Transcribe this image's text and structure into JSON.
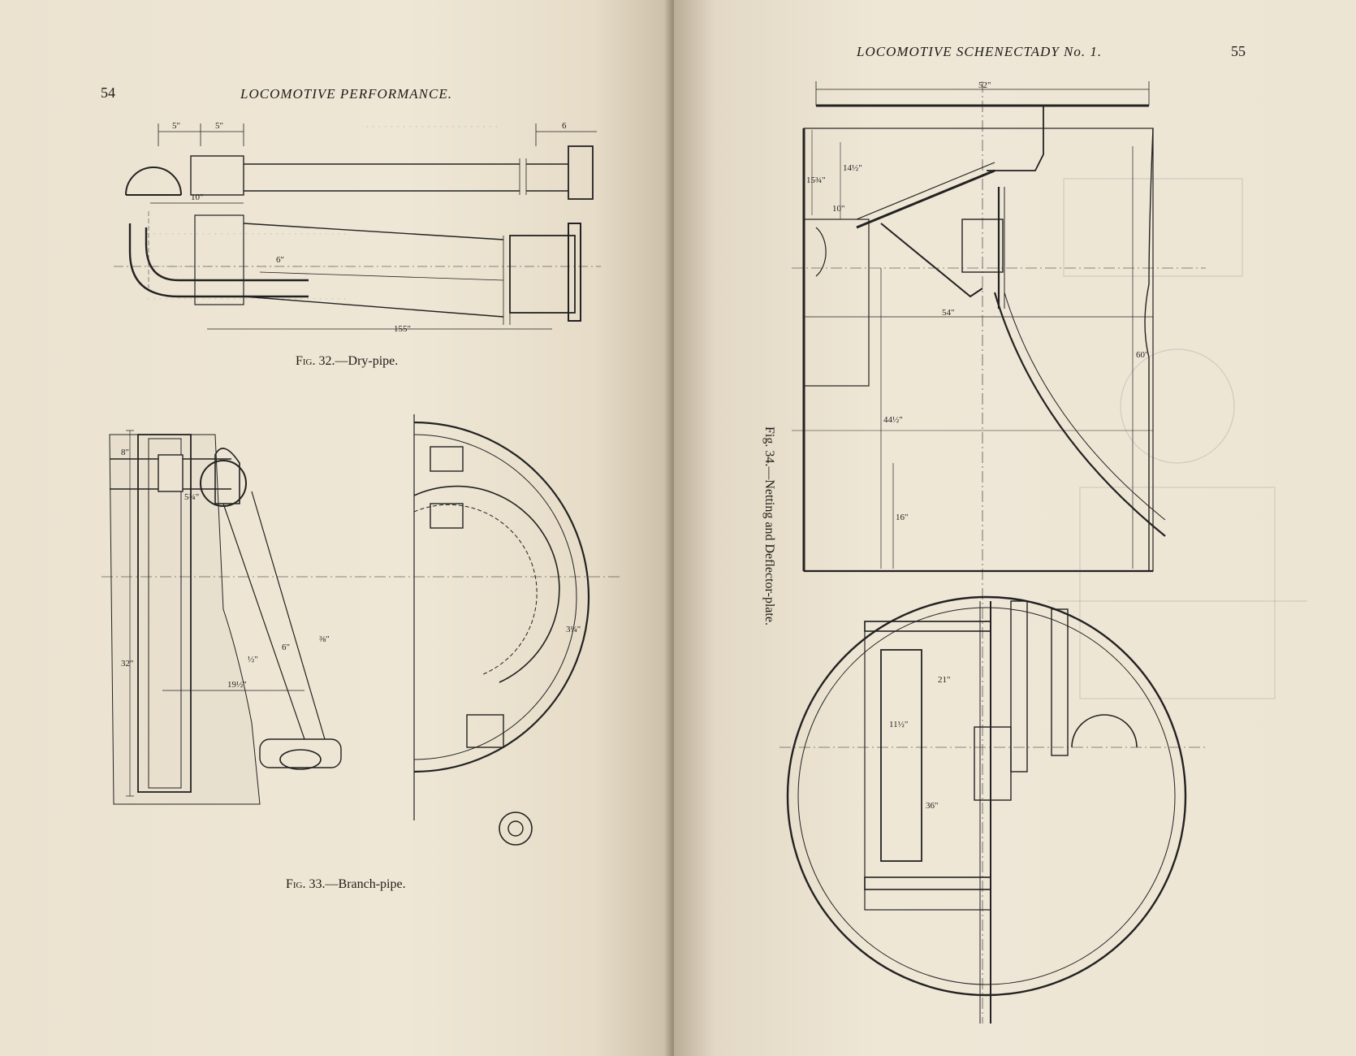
{
  "left_page": {
    "page_number": "54",
    "running_head": "LOCOMOTIVE PERFORMANCE.",
    "figures": [
      {
        "id": "fig32",
        "label": "Fig. 32.",
        "title": "—Dry-pipe.",
        "dimensions": [
          "5\"",
          "5\"",
          "6",
          "10\"",
          "6\"",
          "155\""
        ]
      },
      {
        "id": "fig33",
        "label": "Fig. 33.",
        "title": "—Branch-pipe.",
        "dimensions": [
          "8\"",
          "5¾\"",
          "32\"",
          "19½\"",
          "6\"",
          "⅜\"",
          "½\"",
          "3¼\""
        ]
      }
    ]
  },
  "right_page": {
    "page_number": "55",
    "running_head": "LOCOMOTIVE SCHENECTADY No. 1.",
    "figures": [
      {
        "id": "fig34",
        "label": "Fig. 34.",
        "title": "—Netting and Deflector-plate.",
        "dimensions": [
          "52\"",
          "15¾\"",
          "14½\"",
          "10\"",
          "54\"",
          "60\"",
          "44½\"",
          "16\"",
          "21\"",
          "11½\"",
          "36\""
        ]
      }
    ]
  }
}
